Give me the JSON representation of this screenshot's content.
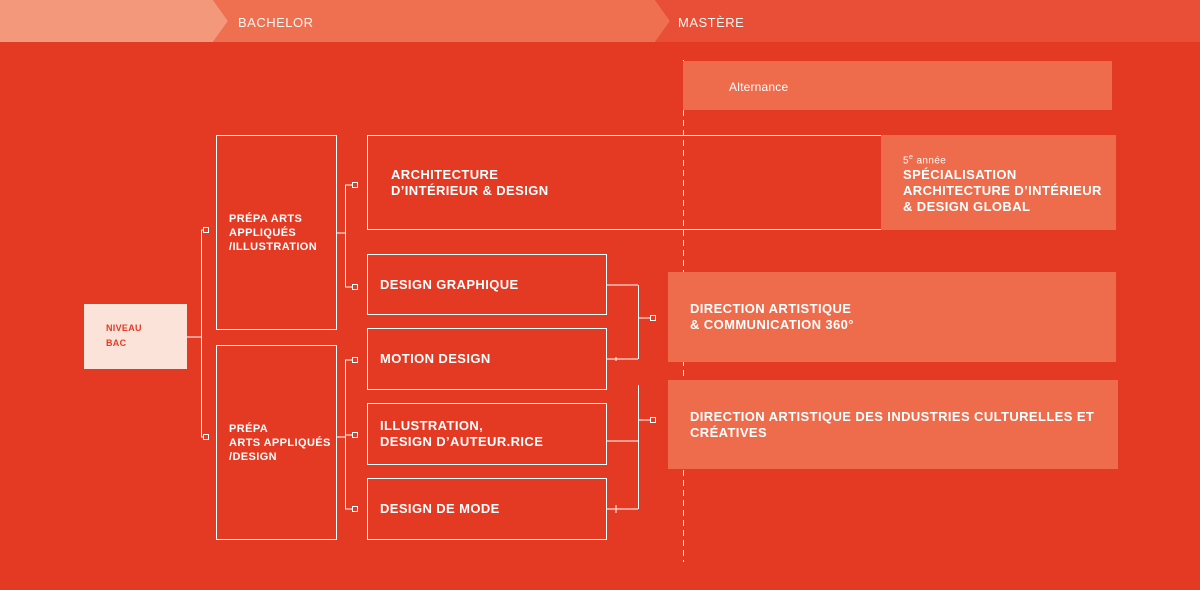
{
  "header": {
    "bachelor_label": "BACHELOR",
    "mastere_label": "MASTÈRE"
  },
  "colors": {
    "background": "#e43a24",
    "panel": "#ee6c4c",
    "niveau_bg": "#fbe3da",
    "header_seg1": "#f4987c",
    "header_seg2": "#ef7050",
    "header_seg3": "#e94e36"
  },
  "niveau": {
    "label": "NIVEAU\nBAC"
  },
  "prepa": [
    {
      "label": "PRÉPA ARTS\nAPPLIQUÉS\n/ILLUSTRATION"
    },
    {
      "label": "PRÉPA\nARTS APPLIQUÉS\n/DESIGN"
    }
  ],
  "bachelor": {
    "architecture": "ARCHITECTURE\nD’INTÉRIEUR & DESIGN",
    "design_graphique": "DESIGN GRAPHIQUE",
    "motion_design": "MOTION DESIGN",
    "illustration": "ILLUSTRATION,\nDESIGN D’AUTEUR.RICE",
    "design_mode": "DESIGN DE MODE"
  },
  "mastere": {
    "alternance": "Alternance",
    "specialisation_year_num": "5",
    "specialisation_year_sup": "e",
    "specialisation_year_word": " année",
    "specialisation_title": "SPÉCIALISATION\nARCHITECTURE D’INTÉRIEUR\n& DESIGN GLOBAL",
    "direction_artistique": "DIRECTION ARTISTIQUE\n& COMMUNICATION 360°",
    "direction_industries": "DIRECTION ARTISTIQUE DES INDUSTRIES CULTURELLES ET\nCRÉATIVES"
  }
}
